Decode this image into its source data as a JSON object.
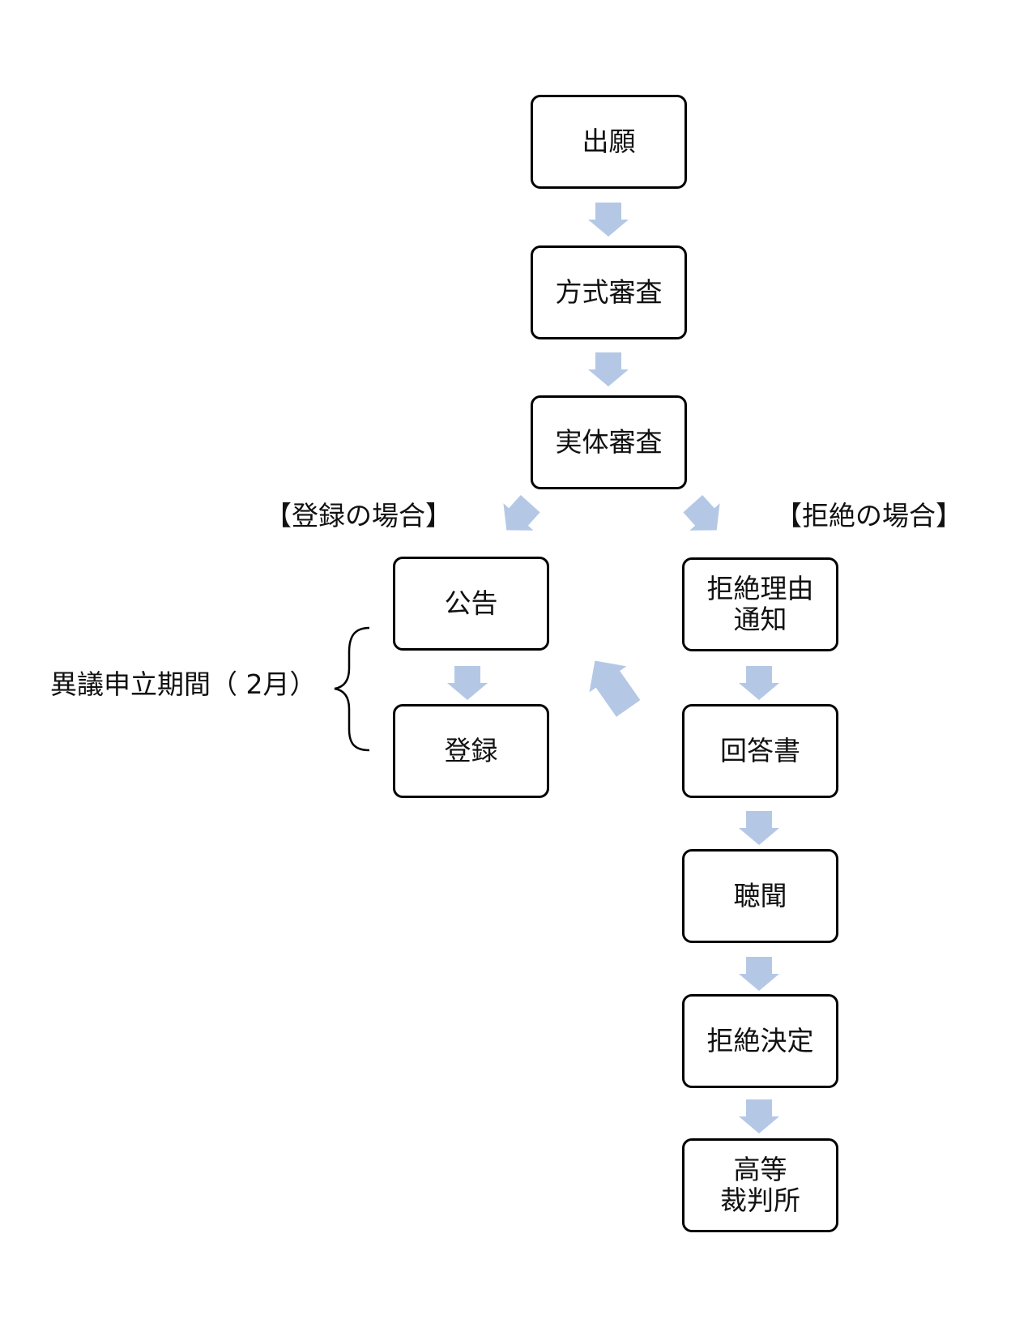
{
  "colors": {
    "box_border": "#000000",
    "arrow_fill": "#b4c8e6",
    "text": "#111111"
  },
  "nodes": {
    "filing": "出願",
    "formality_exam": "方式審査",
    "substantive_exam": "実体審査",
    "publication": "公告",
    "registration": "登録",
    "rejection_notice": "拒絶理由\n通知",
    "response": "回答書",
    "hearing": "聴聞",
    "rejection_decision": "拒絶決定",
    "high_court": "高等\n裁判所"
  },
  "labels": {
    "registration_case": "【登録の場合】",
    "rejection_case": "【拒絶の場合】",
    "opposition_period": "異議申立期間（ 2月）"
  },
  "edges": [
    {
      "from": "filing",
      "to": "formality_exam"
    },
    {
      "from": "formality_exam",
      "to": "substantive_exam"
    },
    {
      "from": "substantive_exam",
      "to": "publication"
    },
    {
      "from": "substantive_exam",
      "to": "rejection_notice"
    },
    {
      "from": "publication",
      "to": "registration"
    },
    {
      "from": "response",
      "to": "publication"
    },
    {
      "from": "rejection_notice",
      "to": "response"
    },
    {
      "from": "response",
      "to": "hearing"
    },
    {
      "from": "hearing",
      "to": "rejection_decision"
    },
    {
      "from": "rejection_decision",
      "to": "high_court"
    }
  ]
}
